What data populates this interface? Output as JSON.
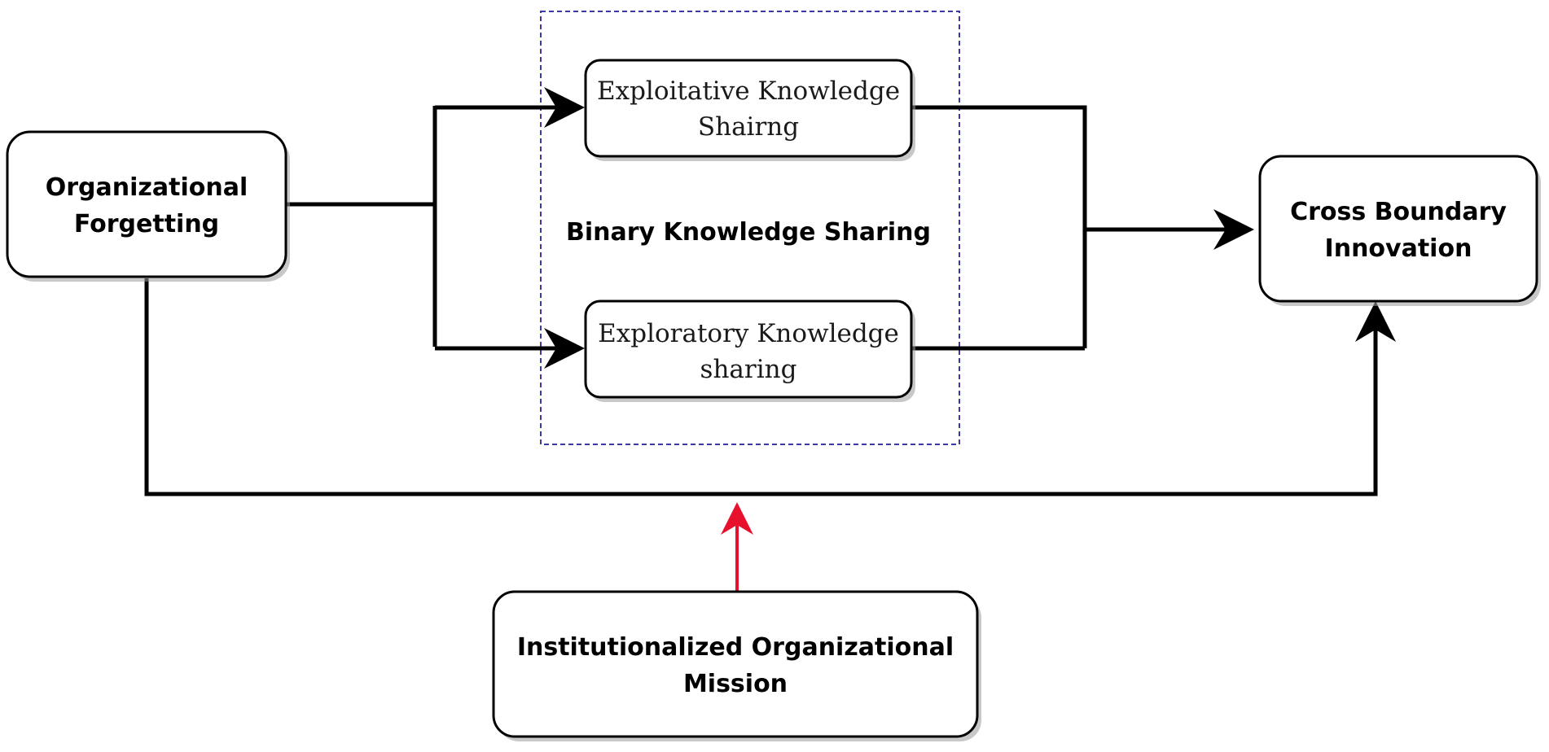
{
  "diagram": {
    "nodes": {
      "organizational_forgetting": {
        "line1": "Organizational",
        "line2": "Forgetting"
      },
      "exploitative_sharing": {
        "line1": "Exploitative Knowledge",
        "line2": "Shairng"
      },
      "exploratory_sharing": {
        "line1": "Exploratory Knowledge",
        "line2": "sharing"
      },
      "cross_boundary_innovation": {
        "line1": "Cross Boundary",
        "line2": "Innovation"
      },
      "institutionalized_mission": {
        "line1": "Institutionalized Organizational",
        "line2": "Mission"
      }
    },
    "group": {
      "label": "Binary Knowledge Sharing"
    },
    "colors": {
      "connector": "#000000",
      "moderator_arrow": "#e8112d",
      "group_border": "#3a3aa8"
    }
  }
}
